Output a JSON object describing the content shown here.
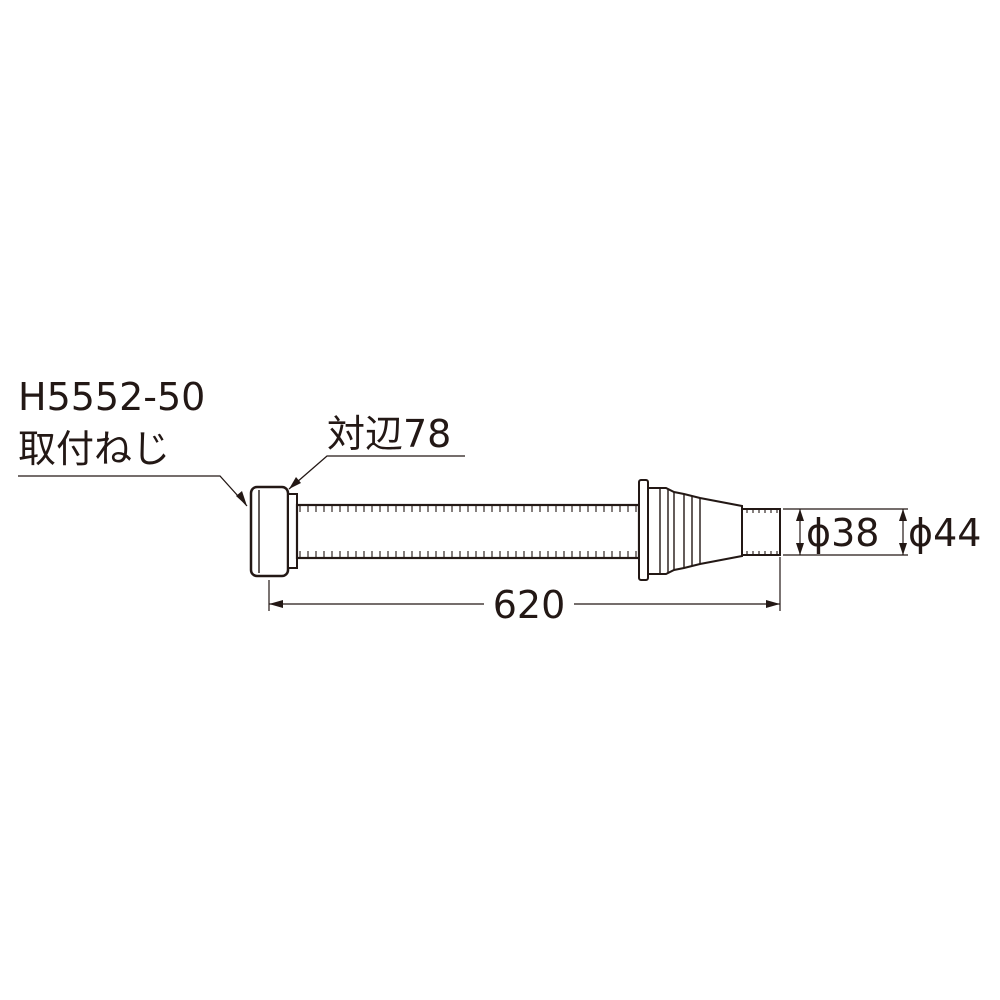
{
  "labels": {
    "part_number": "H5552-50",
    "part_note": "取付ねじ",
    "across_flats": "対辺78",
    "length": "620",
    "diameter_inner": "ϕ38",
    "diameter_outer": "ϕ44"
  },
  "colors": {
    "line": "#231815",
    "background": "#ffffff"
  }
}
